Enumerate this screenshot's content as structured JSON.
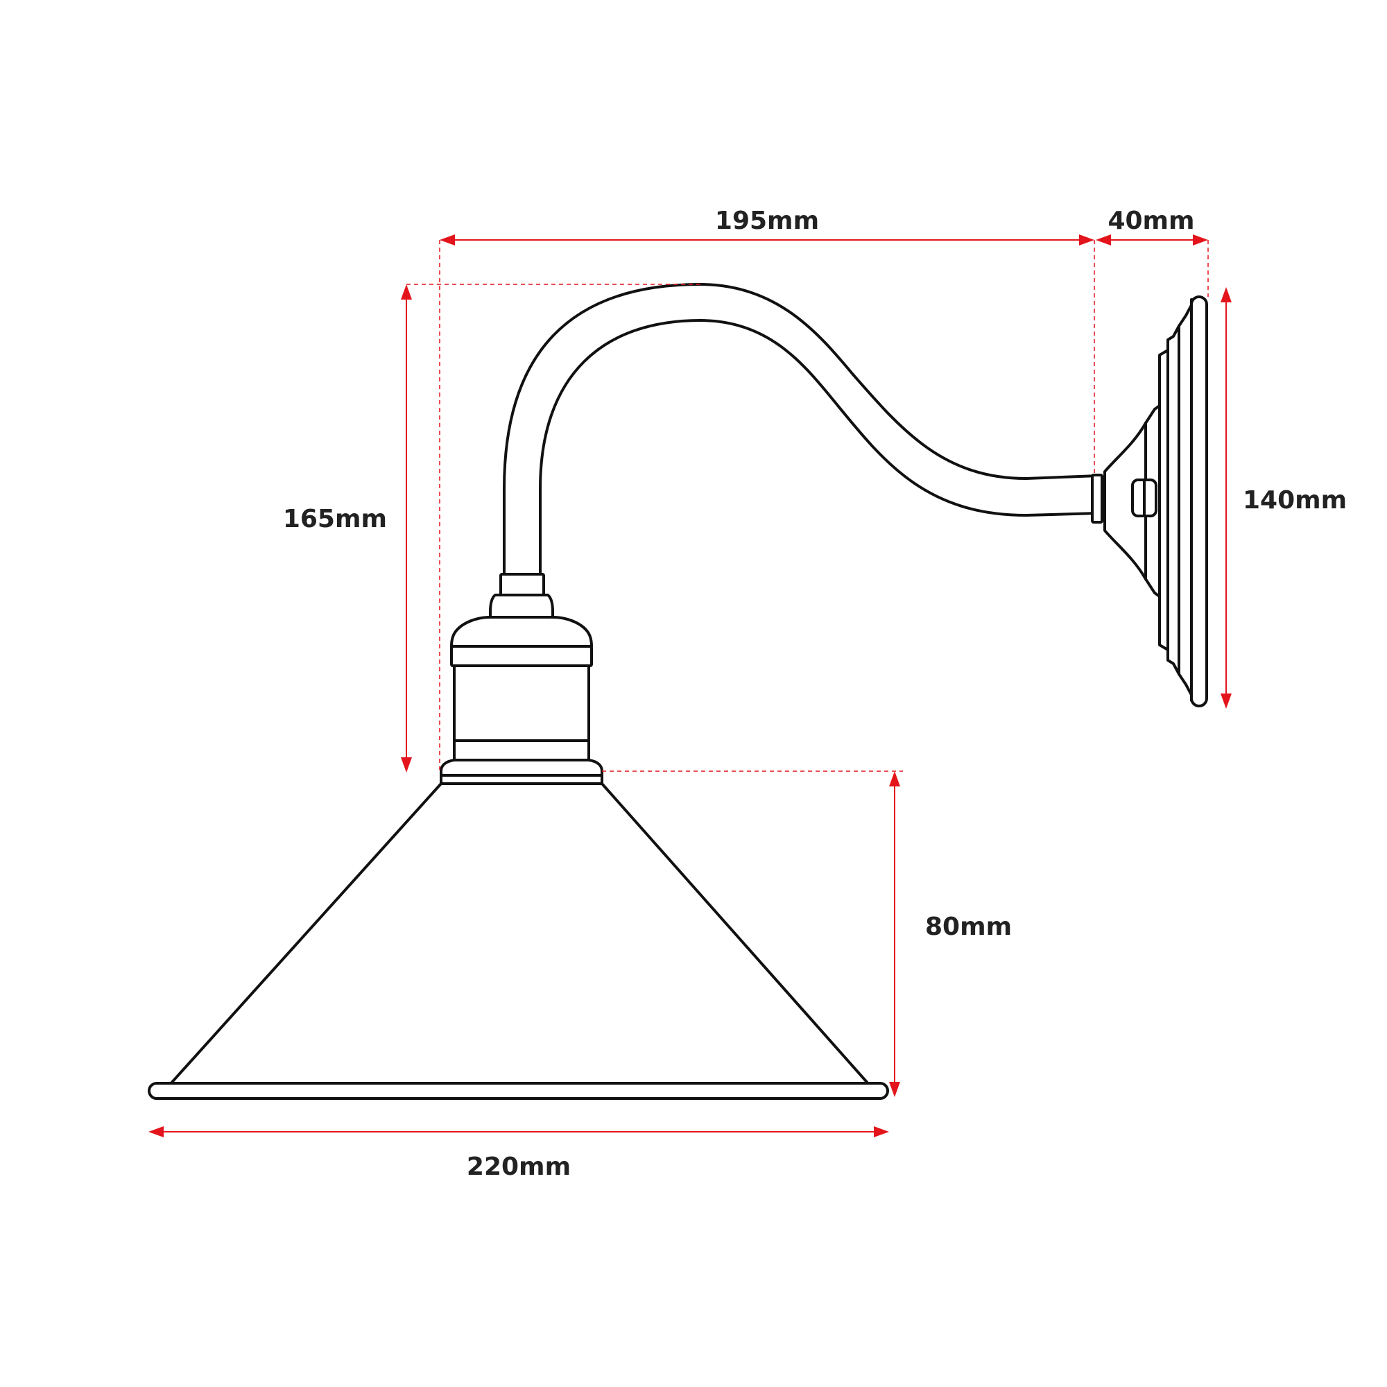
{
  "diagram": {
    "colors": {
      "line": "#111111",
      "dimension": "#e3141b",
      "text": "#222222",
      "background": "#ffffff"
    },
    "dimensions": {
      "arm_reach": "195mm",
      "backplate_depth": "40mm",
      "drop_height": "165mm",
      "backplate_height": "140mm",
      "shade_height": "80mm",
      "shade_diameter": "220mm"
    }
  }
}
